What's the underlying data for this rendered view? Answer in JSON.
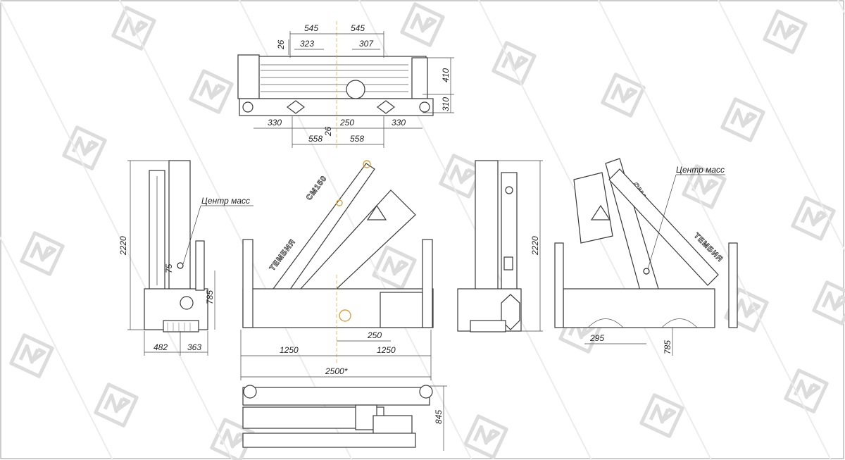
{
  "callouts": {
    "center_of_mass": "Центр масс"
  },
  "brand": {
    "boom_marking": "CM150",
    "jib_marking": "ТЕМБИЯ"
  },
  "dimensions": {
    "top_view": {
      "d545_left": "545",
      "d545_right": "545",
      "d323": "323",
      "d307": "307",
      "d26_top": "26",
      "d410": "410",
      "d310": "310",
      "d330_left": "330",
      "d26_bottom": "26",
      "d250": "250",
      "d330_right": "330",
      "d558_left": "558",
      "d558_right": "558"
    },
    "side_view_left": {
      "d2220": "2220",
      "d785": "785",
      "d75": "75",
      "d482": "482",
      "d363": "363"
    },
    "front_view": {
      "d250": "250",
      "d1250_left": "1250",
      "d1250_right": "1250",
      "d2500": "2500*"
    },
    "side_view_right": {
      "d2220": "2220"
    },
    "rear_view": {
      "d295": "295",
      "d785": "785"
    },
    "bottom_view": {
      "d845": "845"
    }
  },
  "colors": {
    "frame": "#9a9a9a",
    "watermark": "#dcdcdc",
    "accent_lines": "#d9a441",
    "ink": "#3a3a3a"
  },
  "icons": {
    "watermark": "nz-logo-watermark-icon",
    "center_mass": "center-of-mass-icon"
  }
}
